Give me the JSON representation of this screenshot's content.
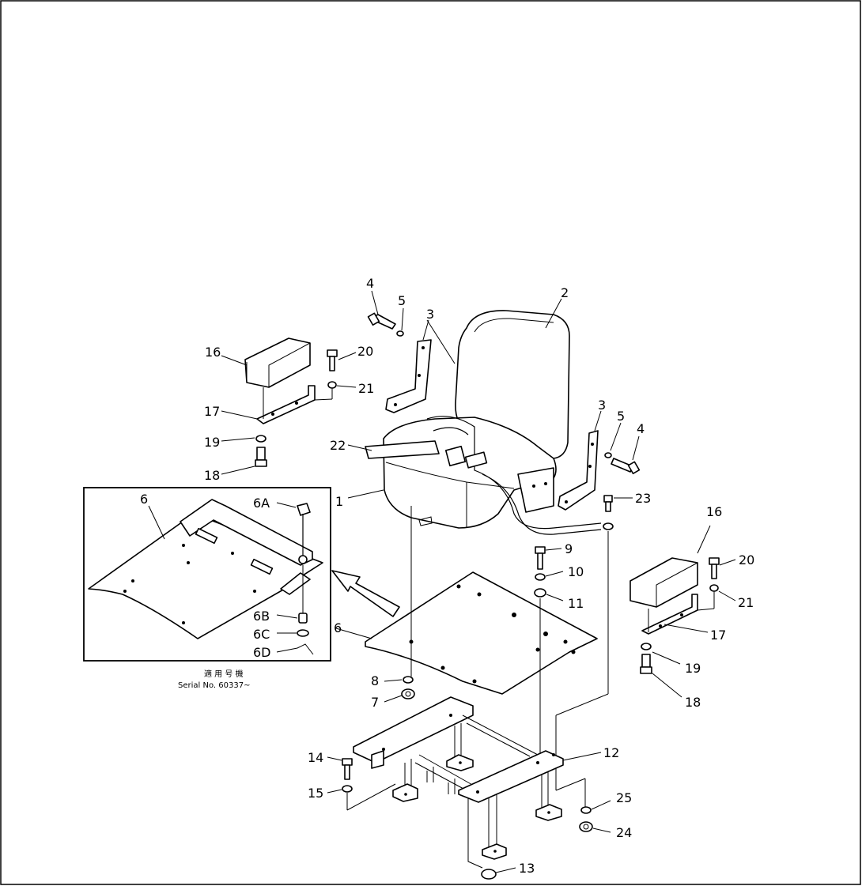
{
  "callouts": {
    "c1": "1",
    "c2": "2",
    "c3a": "3",
    "c3b": "3",
    "c4a": "4",
    "c4b": "4",
    "c5a": "5",
    "c5b": "5",
    "c6": "6",
    "c6inset": "6",
    "c6a": "6A",
    "c6b": "6B",
    "c6c": "6C",
    "c6d": "6D",
    "c7": "7",
    "c8": "8",
    "c9": "9",
    "c10": "10",
    "c11": "11",
    "c12": "12",
    "c13": "13",
    "c14": "14",
    "c15": "15",
    "c16a": "16",
    "c16b": "16",
    "c17a": "17",
    "c17b": "17",
    "c18a": "18",
    "c18b": "18",
    "c19a": "19",
    "c19b": "19",
    "c20a": "20",
    "c20b": "20",
    "c21a": "21",
    "c21b": "21",
    "c22": "22",
    "c23": "23",
    "c24": "24",
    "c25": "25"
  },
  "inset": {
    "caption_jp": "適 用 号 機",
    "caption_serial": "Serial No. 60337~"
  }
}
